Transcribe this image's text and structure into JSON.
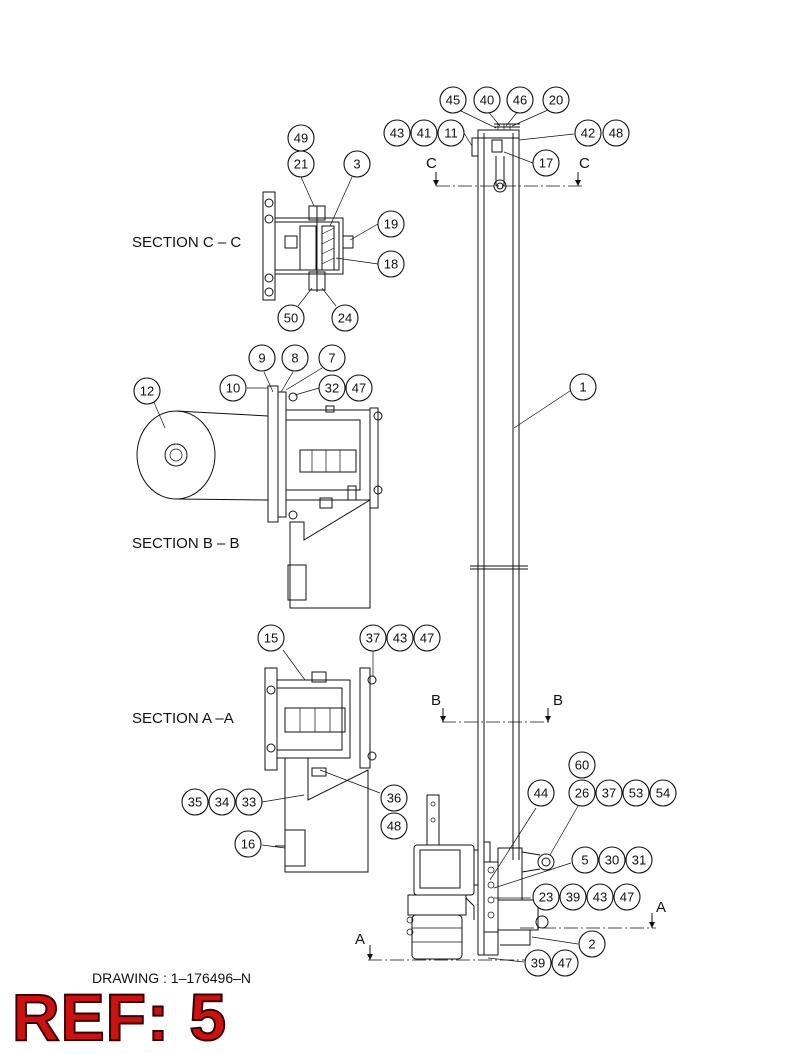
{
  "sections": {
    "cc": "SECTION  C – C",
    "bb": "SECTION  B – B",
    "aa": "SECTION  A –A"
  },
  "cut_marks": {
    "a": "A",
    "b": "B",
    "c": "C"
  },
  "drawing_number": "DRAWING : 1–176496–N",
  "ref": "REF: 5",
  "balloons": [
    "45",
    "40",
    "46",
    "20",
    "43",
    "41",
    "11",
    "42",
    "48",
    "17",
    "49",
    "21",
    "3",
    "19",
    "18",
    "50",
    "24",
    "9",
    "8",
    "7",
    "10",
    "32",
    "47",
    "12",
    "1",
    "15",
    "37",
    "43",
    "47",
    "35",
    "34",
    "33",
    "36",
    "48",
    "16",
    "60",
    "44",
    "26",
    "37",
    "53",
    "54",
    "5",
    "30",
    "31",
    "23",
    "39",
    "43",
    "47",
    "2",
    "39",
    "47"
  ]
}
